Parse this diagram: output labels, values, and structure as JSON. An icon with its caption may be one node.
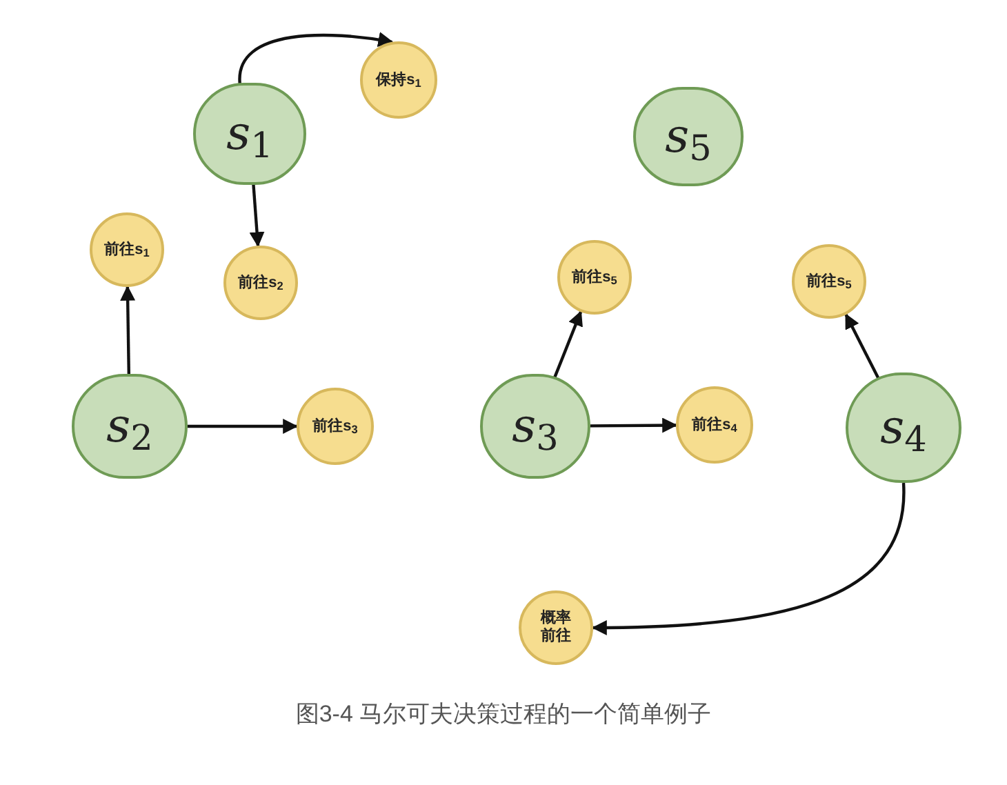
{
  "diagram": {
    "caption": "图3-4 马尔可夫决策过程的一个简单例子",
    "nodes": [
      {
        "text": [
          "s$_{1}$"
        ]
      },
      {
        "text": [
          "保持s$_{1}$"
        ]
      },
      {
        "text": [
          "前往s$_{2}$"
        ]
      },
      {
        "text": [
          "前往s$_{1}$"
        ]
      },
      {
        "text": [
          "s$_{2}$"
        ]
      },
      {
        "text": [
          "前往s$_{3}$"
        ]
      },
      {
        "text": [
          "s$_{5}$"
        ]
      },
      {
        "text": [
          "前往s$_{5}$"
        ]
      },
      {
        "text": [
          "s$_{3}$"
        ]
      },
      {
        "text": [
          "前往s$_{4}$"
        ]
      },
      {
        "text": [
          "前往s$_{5}$"
        ]
      },
      {
        "text": [
          "s$_{4}$"
        ]
      },
      {
        "text": [
          "概率前往"
        ]
      }
    ],
    "edges": [
      {
        "from": 0,
        "to": 1,
        "arrow": "to"
      },
      {
        "from": 0,
        "to": 2,
        "arrow": "to"
      },
      {
        "from": 4,
        "to": 3,
        "arrow": "to"
      },
      {
        "from": 4,
        "to": 5,
        "arrow": "to"
      },
      {
        "from": 8,
        "to": 7,
        "arrow": "to"
      },
      {
        "from": 8,
        "to": 9,
        "arrow": "to"
      },
      {
        "from": 11,
        "to": 10,
        "arrow": "to"
      },
      {
        "from": 11,
        "to": 12,
        "arrow": "to"
      }
    ]
  }
}
